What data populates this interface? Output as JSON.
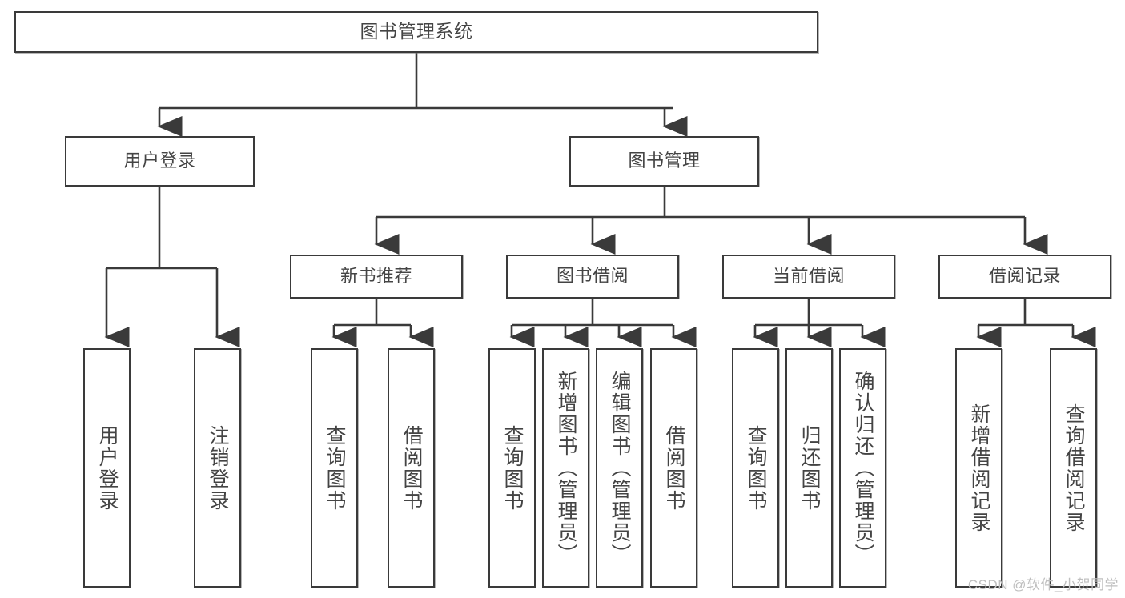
{
  "diagram": {
    "type": "tree",
    "title": "图书管理系统",
    "watermark": "CSDN @软件_小贺同学",
    "colors": {
      "box_border": "#3a3a3a",
      "box_fill": "#ffffff",
      "text": "#444444",
      "edge": "#3a3a3a",
      "watermark": "#bfbfbf",
      "background": "#ffffff"
    },
    "nodes": {
      "root": {
        "label": "图书管理系统"
      },
      "level2": [
        {
          "id": "user-login",
          "label": "用户登录"
        },
        {
          "id": "book-manage",
          "label": "图书管理"
        }
      ],
      "level3": [
        {
          "id": "new-book-recommend",
          "label": "新书推荐"
        },
        {
          "id": "book-borrow",
          "label": "图书借阅"
        },
        {
          "id": "current-borrow",
          "label": "当前借阅"
        },
        {
          "id": "borrow-record",
          "label": "借阅记录"
        }
      ],
      "leaves": {
        "user-login": [
          {
            "id": "leaf-user-login",
            "label": "用户登录"
          },
          {
            "id": "leaf-user-logout",
            "label": "注销登录"
          }
        ],
        "new-book-recommend": [
          {
            "id": "leaf-query-book-1",
            "label": "查询图书"
          },
          {
            "id": "leaf-borrow-book-1",
            "label": "借阅图书"
          }
        ],
        "book-borrow": [
          {
            "id": "leaf-query-book-2",
            "label": "查询图书"
          },
          {
            "id": "leaf-add-book",
            "label": "新增图书（管理员）"
          },
          {
            "id": "leaf-edit-book",
            "label": "编辑图书（管理员）"
          },
          {
            "id": "leaf-borrow-book-2",
            "label": "借阅图书"
          }
        ],
        "current-borrow": [
          {
            "id": "leaf-query-book-3",
            "label": "查询图书"
          },
          {
            "id": "leaf-return-book",
            "label": "归还图书"
          },
          {
            "id": "leaf-confirm-return",
            "label": "确认归还（管理员）"
          }
        ],
        "borrow-record": [
          {
            "id": "leaf-add-record",
            "label": "新增借阅记录"
          },
          {
            "id": "leaf-query-record",
            "label": "查询借阅记录"
          }
        ]
      }
    }
  }
}
